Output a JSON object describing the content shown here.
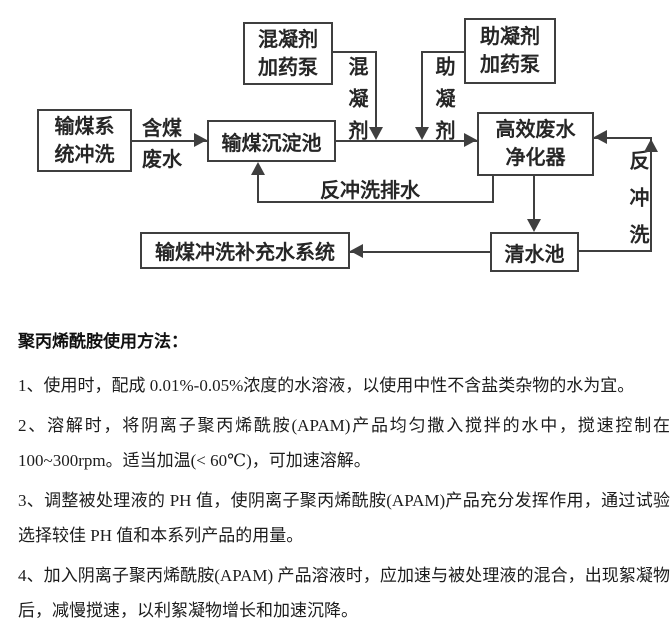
{
  "colors": {
    "diagram_line": "#3f3f3f",
    "text": "#1c1c1c",
    "background": "#ffffff"
  },
  "flowchart": {
    "boxes": {
      "coal_wash": {
        "line1": "输煤系",
        "line2": "统冲洗"
      },
      "coagulant_pump": {
        "line1": "混凝剂",
        "line2": "加药泵"
      },
      "coagulant_aid_pump": {
        "line1": "助凝剂",
        "line2": "加药泵"
      },
      "sedimentation": {
        "label": "输煤沉淀池"
      },
      "purifier": {
        "line1": "高效废水",
        "line2": "净化器"
      },
      "clear_water": {
        "label": "清水池"
      },
      "makeup_water": {
        "label": "输煤冲洗补充水系统"
      }
    },
    "labels": {
      "coal_wastewater_line1": "含煤",
      "coal_wastewater_line2": "废水",
      "coagulant_vertical": "混凝剂",
      "coagulant_aid_vertical": "助凝剂",
      "backwash_drain": "反冲洗排水",
      "backwash_vertical": "反冲洗"
    }
  },
  "instructions": {
    "title": "聚丙烯酰胺使用方法：",
    "items": [
      "1、使用时，配成 0.01%-0.05%浓度的水溶液，以使用中性不含盐类杂物的水为宜。",
      "2、溶解时，将阴离子聚丙烯酰胺(APAM)产品均匀撒入搅拌的水中，搅速控制在 100~300rpm。适当加温(< 60℃)，可加速溶解。",
      "3、调整被处理液的 PH 值，使阴离子聚丙烯酰胺(APAM)产品充分发挥作用，通过试验选择较佳 PH 值和本系列产品的用量。",
      "4、加入阴离子聚丙烯酰胺(APAM) 产品溶液时，应加速与被处理液的混合，出现絮凝物后，减慢搅速，以利絮凝物增长和加速沉降。"
    ]
  }
}
